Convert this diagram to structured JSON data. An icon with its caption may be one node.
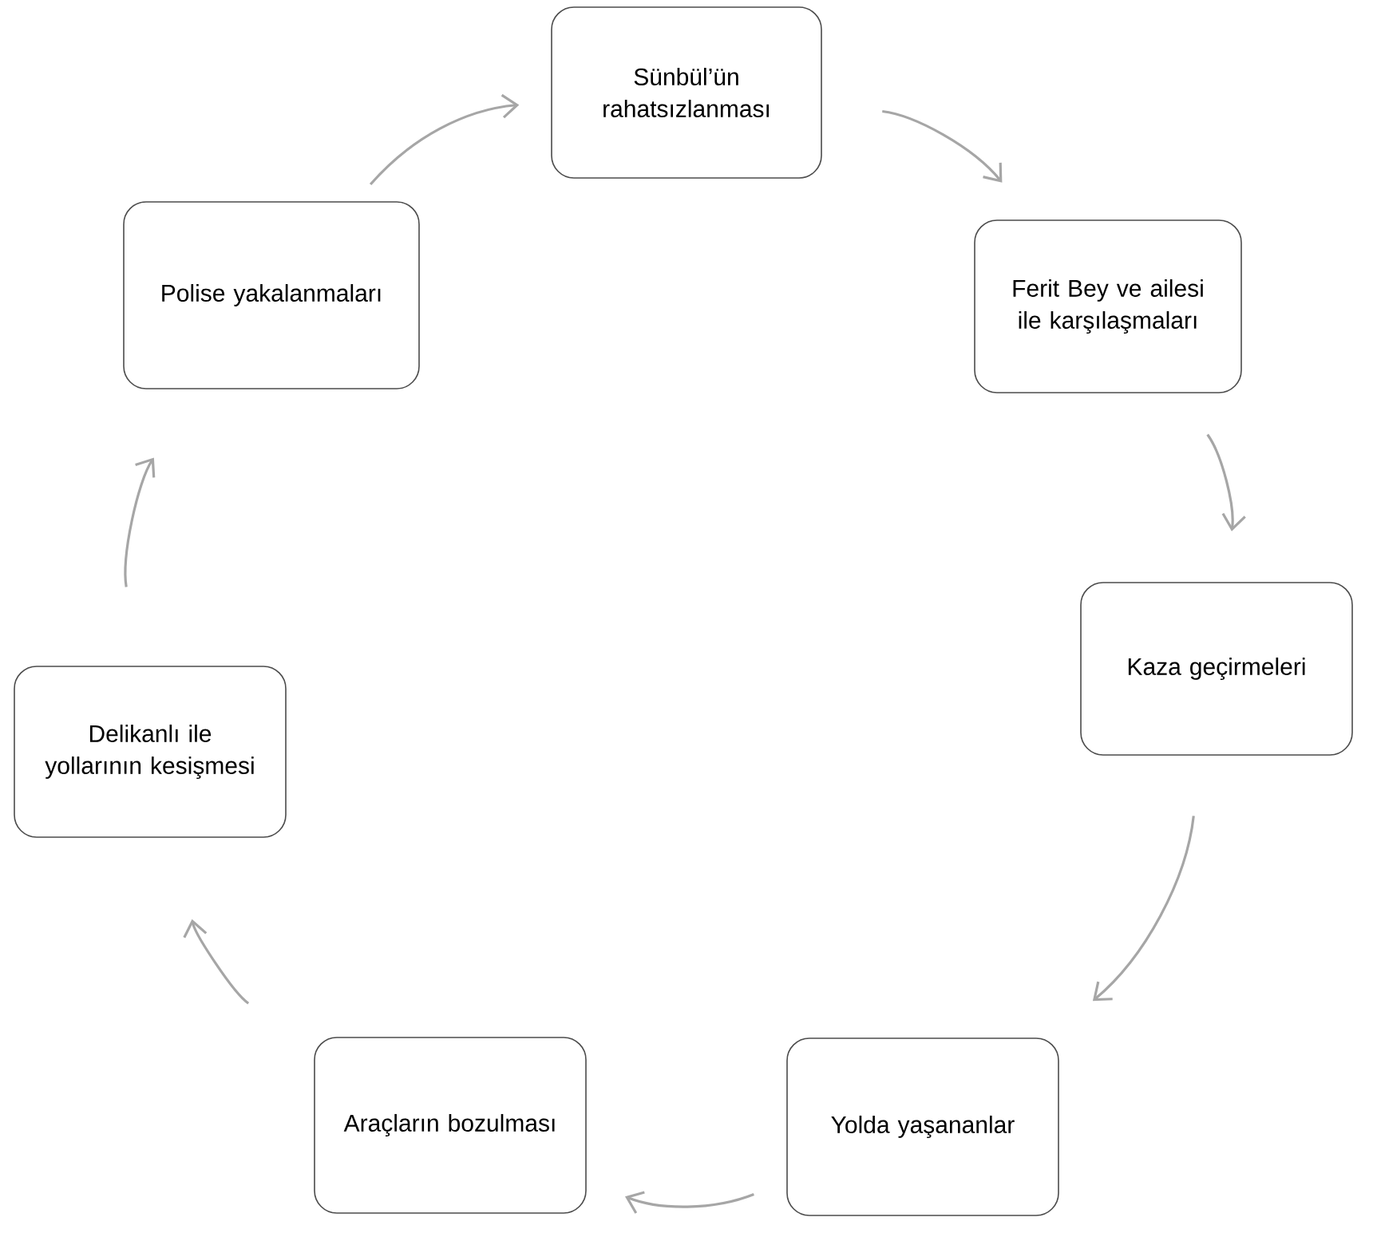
{
  "diagram": {
    "nodes": [
      {
        "text": [
          "Sünbül’ün rahatsızlanması"
        ]
      },
      {
        "text": [
          "Ferit Bey ve ailesi ile karşılaşmaları"
        ]
      },
      {
        "text": [
          "Kaza geçirmeleri"
        ]
      },
      {
        "text": [
          "Yolda yaşananlar"
        ]
      },
      {
        "text": [
          "Araçların bozulması"
        ]
      },
      {
        "text": [
          "Delikanlı ile yollarının kesişmesi"
        ]
      },
      {
        "text": [
          "Polise yakalanmaları"
        ]
      }
    ],
    "edges": [
      {
        "from": 0,
        "to": 1,
        "arrow": "to"
      },
      {
        "from": 1,
        "to": 2,
        "arrow": "to"
      },
      {
        "from": 2,
        "to": 3,
        "arrow": "to"
      },
      {
        "from": 3,
        "to": 4,
        "arrow": "to"
      },
      {
        "from": 4,
        "to": 5,
        "arrow": "to"
      },
      {
        "from": 5,
        "to": 6,
        "arrow": "to"
      },
      {
        "from": 6,
        "to": 0,
        "arrow": "to"
      }
    ]
  }
}
